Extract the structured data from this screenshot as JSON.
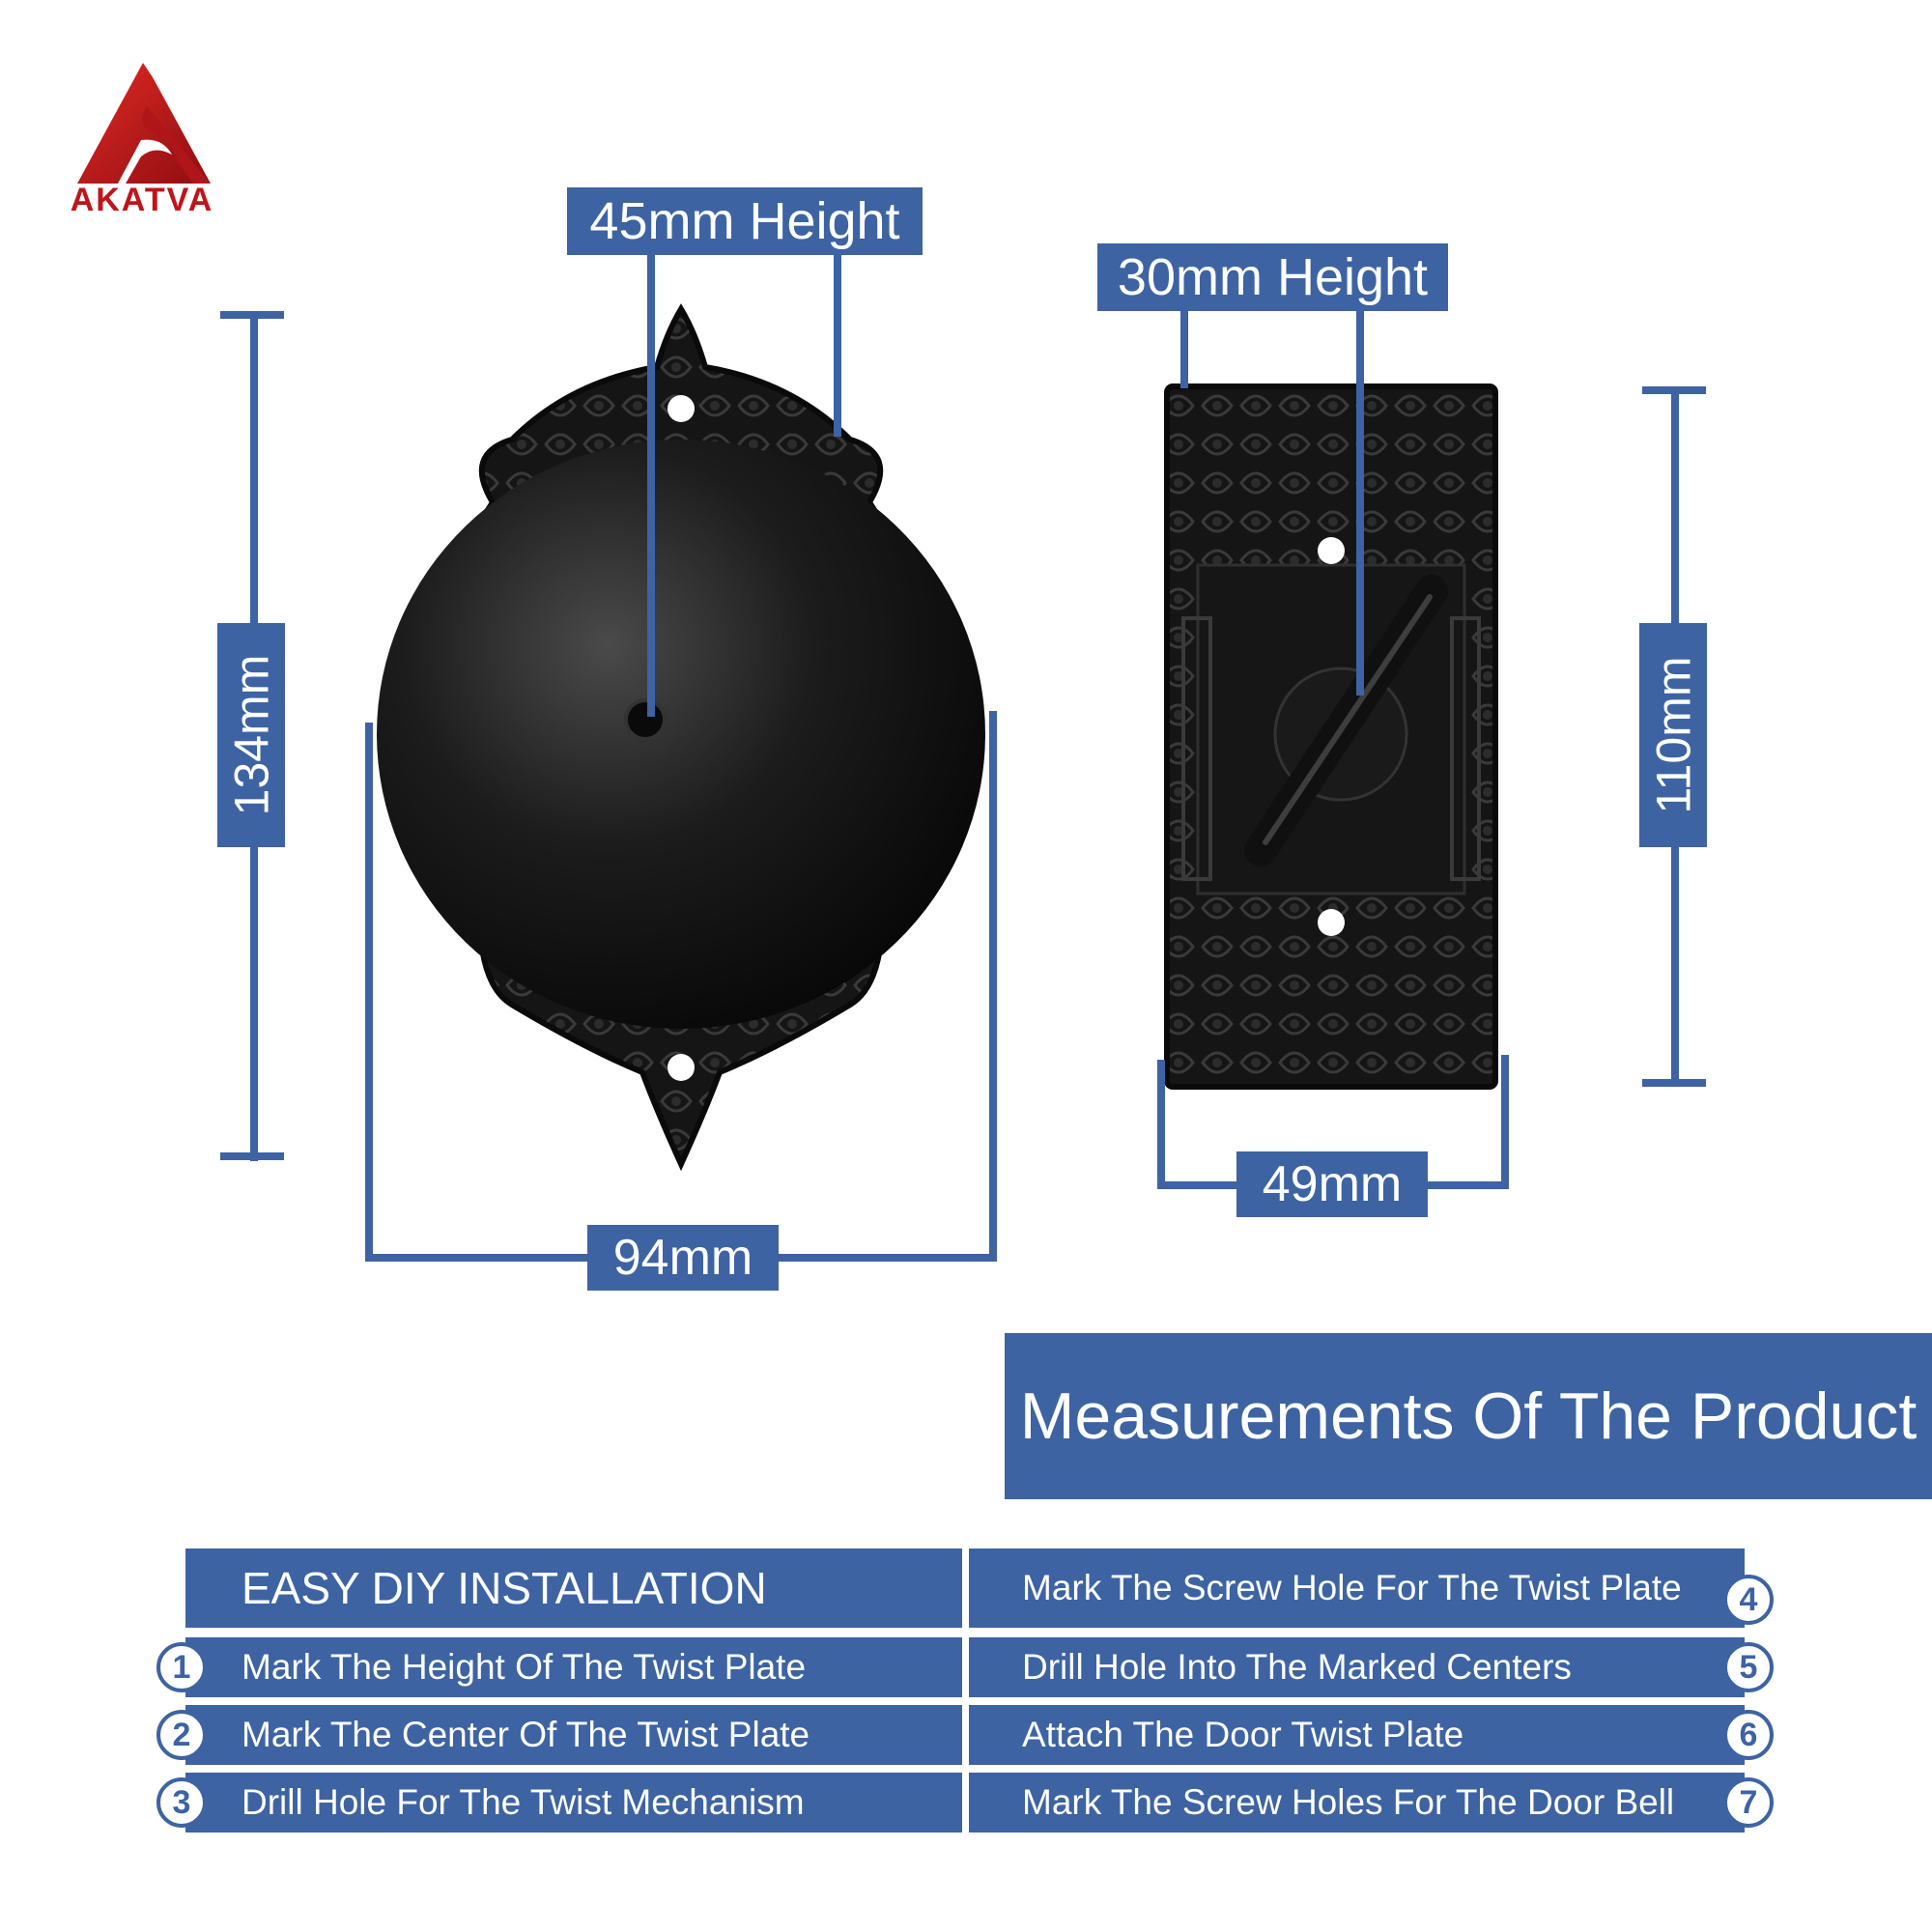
{
  "brand": {
    "name": "AKATVA",
    "logo_color": "#c0141a"
  },
  "accent_color": "#3d63a3",
  "dimensions": {
    "bell_height_depth": "45mm Height",
    "bell_total_height": "134mm",
    "bell_width": "94mm",
    "plate_height_depth": "30mm Height",
    "plate_total_height": "110mm",
    "plate_width": "49mm"
  },
  "title": "Measurements Of The Product",
  "installation": {
    "header": "EASY DIY INSTALLATION",
    "steps": [
      {
        "number": "1",
        "text": "Mark The Height Of The Twist Plate"
      },
      {
        "number": "2",
        "text": "Mark The Center Of The Twist Plate"
      },
      {
        "number": "3",
        "text": "Drill Hole For The Twist Mechanism"
      },
      {
        "number": "4",
        "text": "Mark The Screw Hole For The Twist Plate"
      },
      {
        "number": "5",
        "text": "Drill Hole Into The Marked Centers"
      },
      {
        "number": "6",
        "text": "Attach The Door Twist Plate"
      },
      {
        "number": "7",
        "text": "Mark The Screw Holes For The Door Bell"
      }
    ]
  }
}
